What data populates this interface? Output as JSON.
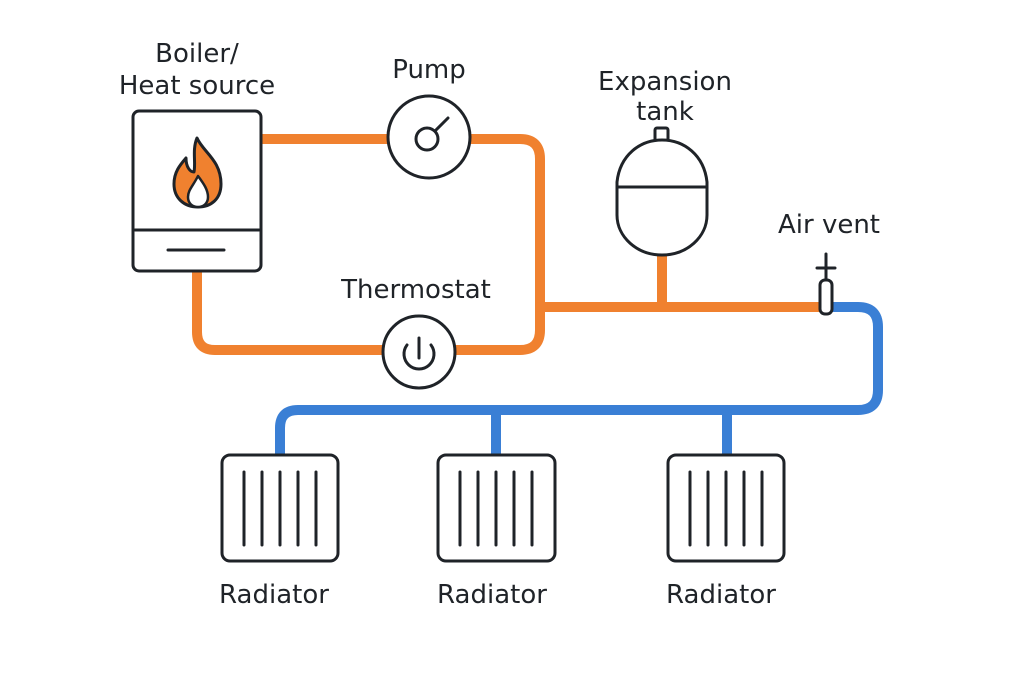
{
  "labels": {
    "boiler_line1": "Boiler/",
    "boiler_line2": "Heat source",
    "pump": "Pump",
    "expansion_line1": "Expansion",
    "expansion_line2": "tank",
    "air_vent": "Air vent",
    "thermostat": "Thermostat",
    "radiators": [
      "Radiator",
      "Radiator",
      "Radiator"
    ]
  },
  "colors": {
    "hot_pipe": "#f0812f",
    "cold_pipe": "#3a7fd5",
    "outline": "#1f2328",
    "flame": "#f0812f"
  },
  "icons": {
    "boiler": "flame-icon",
    "pump": "gauge-icon",
    "thermostat": "power-icon",
    "expansion_tank": "tank-icon",
    "air_vent": "valve-icon",
    "radiator": "radiator-icon"
  }
}
